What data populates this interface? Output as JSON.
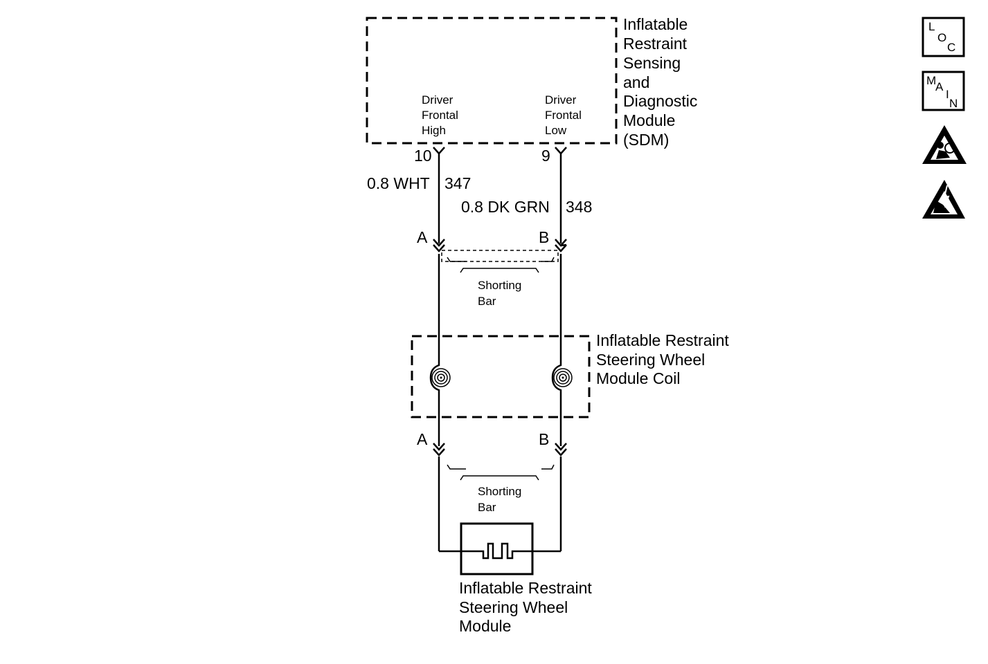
{
  "sdm": {
    "title_lines": [
      "Inflatable",
      "Restraint",
      "Sensing",
      "and",
      "Diagnostic",
      "Module",
      "(SDM)"
    ],
    "left_label_lines": [
      "Driver",
      "Frontal",
      "High"
    ],
    "right_label_lines": [
      "Driver",
      "Frontal",
      "Low"
    ]
  },
  "pins": {
    "left": "10",
    "right": "9"
  },
  "wires": {
    "left": {
      "gauge_color": "0.8 WHT",
      "circuit": "347"
    },
    "right": {
      "gauge_color": "0.8 DK GRN",
      "circuit": "348"
    }
  },
  "connector_upper": {
    "left_pin": "A",
    "right_pin": "B",
    "shorting_bar_lines": [
      "Shorting",
      "Bar"
    ]
  },
  "coil": {
    "title_lines": [
      "Inflatable Restraint",
      "Steering Wheel",
      "Module Coil"
    ]
  },
  "connector_lower": {
    "left_pin": "A",
    "right_pin": "B",
    "shorting_bar_lines": [
      "Shorting",
      "Bar"
    ]
  },
  "module": {
    "title_lines": [
      "Inflatable Restraint",
      "Steering Wheel",
      "Module"
    ]
  },
  "side_icons": {
    "loc": {
      "letters": [
        "L",
        "O",
        "C"
      ]
    },
    "main": {
      "letters": [
        "M",
        "A",
        "I",
        "N"
      ]
    },
    "airbag_warning": "airbag-warning-icon",
    "esd_warning": "esd-warning-icon"
  }
}
